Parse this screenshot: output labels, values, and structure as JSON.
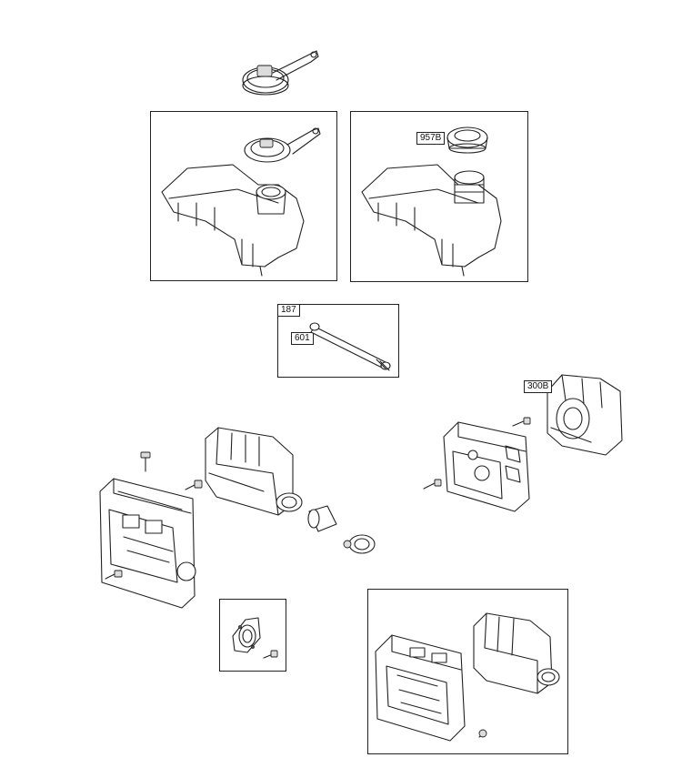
{
  "callouts": {
    "cap_957b": "957B",
    "panel_187": "187",
    "tube_601": "601",
    "muffler_300b": "300B"
  },
  "icons": {
    "fuel_cap_tethered": "fuel-cap-with-tether-icon",
    "fuel_tank": "fuel-tank-icon",
    "fuel_cap_round": "fuel-cap-icon",
    "fuel_tube": "fuel-tube-icon",
    "muffler": "muffler-icon",
    "muffler_guard": "muffler-guard-icon",
    "screw": "screw-icon",
    "gasket": "gasket-icon",
    "clamp": "hose-clamp-icon"
  }
}
